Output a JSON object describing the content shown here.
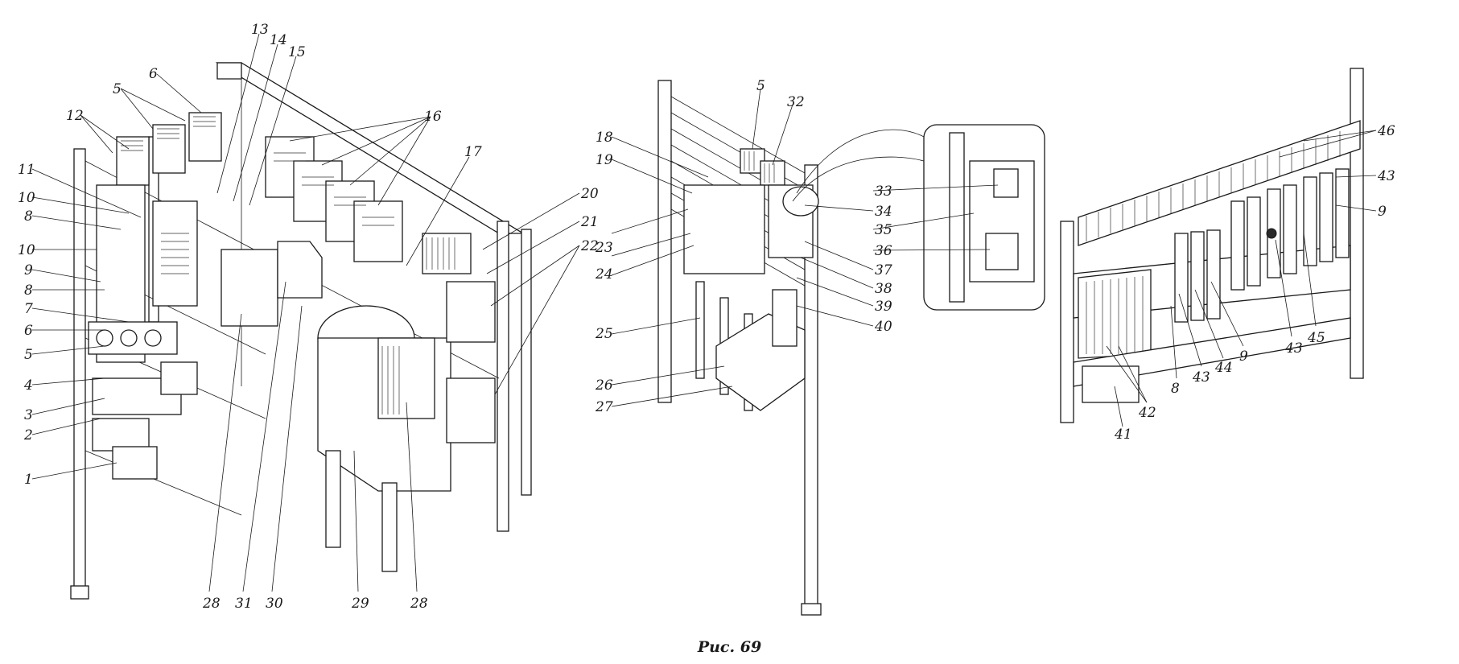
{
  "figure": {
    "caption": "Рис. 69",
    "colors": {
      "ink": "#1a1a1a",
      "paper": "#ffffff"
    },
    "callouts": [
      {
        "id": "c1",
        "text": "1"
      },
      {
        "id": "c2",
        "text": "2"
      },
      {
        "id": "c3",
        "text": "3"
      },
      {
        "id": "c4",
        "text": "4"
      },
      {
        "id": "c5a",
        "text": "5"
      },
      {
        "id": "c6a",
        "text": "6"
      },
      {
        "id": "c7",
        "text": "7"
      },
      {
        "id": "c8a",
        "text": "8"
      },
      {
        "id": "c9a",
        "text": "9"
      },
      {
        "id": "c10a",
        "text": "10"
      },
      {
        "id": "c8b",
        "text": "8"
      },
      {
        "id": "c10b",
        "text": "10"
      },
      {
        "id": "c11",
        "text": "11"
      },
      {
        "id": "c12",
        "text": "12"
      },
      {
        "id": "c5b",
        "text": "5"
      },
      {
        "id": "c6b",
        "text": "6"
      },
      {
        "id": "c13",
        "text": "13"
      },
      {
        "id": "c14",
        "text": "14"
      },
      {
        "id": "c15",
        "text": "15"
      },
      {
        "id": "c16",
        "text": "16"
      },
      {
        "id": "c17",
        "text": "17"
      },
      {
        "id": "c20",
        "text": "20"
      },
      {
        "id": "c21",
        "text": "21"
      },
      {
        "id": "c22",
        "text": "22"
      },
      {
        "id": "c28a",
        "text": "28"
      },
      {
        "id": "c31",
        "text": "31"
      },
      {
        "id": "c30",
        "text": "30"
      },
      {
        "id": "c29",
        "text": "29"
      },
      {
        "id": "c28b",
        "text": "28"
      },
      {
        "id": "c18",
        "text": "18"
      },
      {
        "id": "c19",
        "text": "19"
      },
      {
        "id": "c5c",
        "text": "5"
      },
      {
        "id": "c32",
        "text": "32"
      },
      {
        "id": "c23",
        "text": "23"
      },
      {
        "id": "c24",
        "text": "24"
      },
      {
        "id": "c25",
        "text": "25"
      },
      {
        "id": "c26",
        "text": "26"
      },
      {
        "id": "c27",
        "text": "27"
      },
      {
        "id": "c33",
        "text": "33"
      },
      {
        "id": "c34",
        "text": "34"
      },
      {
        "id": "c35",
        "text": "35"
      },
      {
        "id": "c36",
        "text": "36"
      },
      {
        "id": "c37",
        "text": "37"
      },
      {
        "id": "c38",
        "text": "38"
      },
      {
        "id": "c39",
        "text": "39"
      },
      {
        "id": "c40",
        "text": "40"
      },
      {
        "id": "c46",
        "text": "46"
      },
      {
        "id": "c43a",
        "text": "43"
      },
      {
        "id": "c9b",
        "text": "9"
      },
      {
        "id": "c45",
        "text": "45"
      },
      {
        "id": "c43b",
        "text": "43"
      },
      {
        "id": "c9c",
        "text": "9"
      },
      {
        "id": "c44",
        "text": "44"
      },
      {
        "id": "c43c",
        "text": "43"
      },
      {
        "id": "c8c",
        "text": "8"
      },
      {
        "id": "c42",
        "text": "42"
      },
      {
        "id": "c41",
        "text": "41"
      }
    ]
  }
}
